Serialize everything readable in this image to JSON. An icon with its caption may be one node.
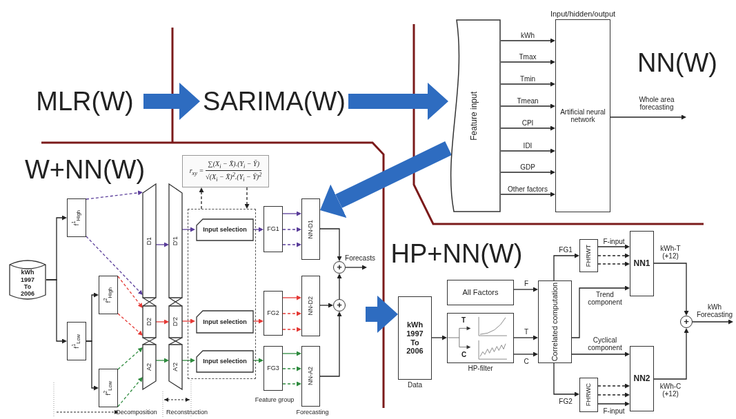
{
  "diagram": {
    "nodes": [
      {
        "text": [
          "MLR(W)"
        ]
      },
      {
        "text": [
          "SARIMA(W)"
        ]
      },
      {
        "text": [
          "NN(W)"
        ]
      },
      {
        "text": [
          "Feature input"
        ]
      },
      {
        "text": [
          "Input/hidden/output",
          "Artificial neural network"
        ]
      },
      {
        "text": [
          "W+NN(W)"
        ]
      },
      {
        "text": [
          "kWh 1997 To 2006"
        ]
      },
      {
        "text": [
          "f$^{1}$$_{High}$"
        ]
      },
      {
        "text": [
          "f$^{2}$$_{High}$"
        ]
      },
      {
        "text": [
          "f$^{1}$$_{Low}$"
        ]
      },
      {
        "text": [
          "f$^{2}$$_{Low}$"
        ]
      },
      {
        "text": [
          "D1"
        ]
      },
      {
        "text": [
          "D2"
        ]
      },
      {
        "text": [
          "A2"
        ]
      },
      {
        "text": [
          "D'1"
        ]
      },
      {
        "text": [
          "D'2"
        ]
      },
      {
        "text": [
          "A'2"
        ]
      },
      {
        "text": [
          "r$_{xy}$ =",
          "∑(X$_{i}$ − X̄).(Y$_{i}$ − Ȳ)",
          "√(X$_{i}$ − X̄)$^{2}$.(Y$_{i}$ − Ȳ)$^{2}$"
        ]
      },
      {
        "text": [],
        "shape": "box"
      },
      {
        "text": [
          "Input selection"
        ],
        "in": 18
      },
      {
        "text": [
          "Input selection"
        ],
        "in": 18
      },
      {
        "text": [
          "Input selection"
        ],
        "in": 18
      },
      {
        "text": [
          "FG1"
        ]
      },
      {
        "text": [
          "FG2"
        ]
      },
      {
        "text": [
          "FG3"
        ]
      },
      {
        "text": [
          "NN-D1"
        ]
      },
      {
        "text": [
          "NN-D2"
        ]
      },
      {
        "text": [
          "NN-A2"
        ]
      },
      {
        "text": [
          "+"
        ]
      },
      {
        "text": [
          "+"
        ]
      },
      {
        "text": [
          "HP+NN(W)"
        ]
      },
      {
        "text": [
          "kWh 1997 To 2006"
        ],
        "beside": [
          "Data"
        ]
      },
      {
        "text": [
          "All Factors"
        ]
      },
      {
        "text": [
          "T",
          "C"
        ],
        "beside": [
          "HP-filter"
        ]
      },
      {
        "text": [
          "Correlated computation"
        ]
      },
      {
        "text": [
          "FHRWT"
        ]
      },
      {
        "text": [
          "FHRWC"
        ]
      },
      {
        "text": [
          "NN1"
        ]
      },
      {
        "text": [
          "NN2"
        ]
      },
      {
        "text": [
          "+"
        ]
      }
    ],
    "edges": [
      {
        "from": 0,
        "to": 1,
        "arrow": "to",
        "style": "thick",
        "color": "#2e6cc0"
      },
      {
        "from": 1,
        "to": 3,
        "arrow": "to",
        "style": "thick",
        "color": "#2e6cc0"
      },
      {
        "from": 3,
        "to": 25,
        "arrow": "to",
        "style": "thick",
        "color": "#2e6cc0"
      },
      {
        "from": 3,
        "to": 4,
        "arrow": "to",
        "label": "kWh"
      },
      {
        "from": 3,
        "to": 4,
        "arrow": "to",
        "label": "Tmax"
      },
      {
        "from": 3,
        "to": 4,
        "arrow": "to",
        "label": "Tmin"
      },
      {
        "from": 3,
        "to": 4,
        "arrow": "to",
        "label": "Tmean"
      },
      {
        "from": 3,
        "to": 4,
        "arrow": "to",
        "label": "CPI"
      },
      {
        "from": 3,
        "to": 4,
        "arrow": "to",
        "label": "IDI"
      },
      {
        "from": 3,
        "to": 4,
        "arrow": "to",
        "label": "GDP"
      },
      {
        "from": 3,
        "to": 4,
        "arrow": "to",
        "label": "Other factors"
      },
      {
        "from": 4,
        "to": null,
        "arrow": "to",
        "label": "Whole area forecasting"
      },
      {
        "from": 6,
        "to": 7,
        "arrow": "to"
      },
      {
        "from": 6,
        "to": 9,
        "arrow": "to"
      },
      {
        "from": 9,
        "to": 8,
        "arrow": "to"
      },
      {
        "from": 9,
        "to": 10,
        "arrow": "to"
      },
      {
        "from": 7,
        "to": 11,
        "arrow": "to",
        "style": "dashed",
        "color": "#5a3d9a"
      },
      {
        "from": 7,
        "to": 11,
        "arrow": "to",
        "style": "dashed",
        "color": "#5a3d9a"
      },
      {
        "from": 8,
        "to": 12,
        "arrow": "to",
        "style": "dashed",
        "color": "#e53935"
      },
      {
        "from": 8,
        "to": 12,
        "arrow": "to",
        "style": "dashed",
        "color": "#e53935"
      },
      {
        "from": 10,
        "to": 13,
        "arrow": "to",
        "style": "dashed",
        "color": "#2e8b3e"
      },
      {
        "from": 10,
        "to": 13,
        "arrow": "to",
        "style": "dashed",
        "color": "#2e8b3e"
      },
      {
        "from": 11,
        "to": 14,
        "arrow": "to",
        "color": "#5a3d9a"
      },
      {
        "from": 12,
        "to": 15,
        "arrow": "to",
        "color": "#e53935"
      },
      {
        "from": 13,
        "to": 16,
        "arrow": "to",
        "color": "#2e8b3e"
      },
      {
        "from": 14,
        "to": 19,
        "arrow": "to",
        "color": "#5a3d9a"
      },
      {
        "from": 15,
        "to": 20,
        "arrow": "to",
        "color": "#e53935"
      },
      {
        "from": 16,
        "to": 21,
        "arrow": "to",
        "color": "#2e8b3e"
      },
      {
        "from": 18,
        "to": 17,
        "arrow": "to",
        "style": "dashed"
      },
      {
        "from": 17,
        "to": 18,
        "arrow": "to",
        "style": "dashed"
      },
      {
        "from": 19,
        "to": 22,
        "arrow": "to",
        "color": "#5a3d9a"
      },
      {
        "from": 20,
        "to": 23,
        "arrow": "to",
        "color": "#e53935"
      },
      {
        "from": 21,
        "to": 24,
        "arrow": "to",
        "color": "#2e8b3e"
      },
      {
        "from": 22,
        "to": 25,
        "arrow": "to",
        "color": "#5a3d9a"
      },
      {
        "from": 22,
        "to": 25,
        "arrow": "to",
        "style": "dashed",
        "color": "#5a3d9a"
      },
      {
        "from": 22,
        "to": 25,
        "arrow": "to",
        "style": "dashed",
        "color": "#5a3d9a"
      },
      {
        "from": 23,
        "to": 26,
        "arrow": "to",
        "color": "#e53935"
      },
      {
        "from": 23,
        "to": 26,
        "arrow": "to",
        "style": "dashed",
        "color": "#e53935"
      },
      {
        "from": 23,
        "to": 26,
        "arrow": "to",
        "style": "dashed",
        "color": "#e53935"
      },
      {
        "from": 24,
        "to": 27,
        "arrow": "to",
        "color": "#2e8b3e"
      },
      {
        "from": 24,
        "to": 27,
        "arrow": "to",
        "style": "dashed",
        "color": "#2e8b3e"
      },
      {
        "from": 24,
        "to": 27,
        "arrow": "to",
        "style": "dashed",
        "color": "#2e8b3e"
      },
      {
        "from": 25,
        "to": 28,
        "arrow": "to"
      },
      {
        "from": 26,
        "to": 29,
        "arrow": "to"
      },
      {
        "from": 27,
        "to": 29,
        "arrow": "to"
      },
      {
        "from": 29,
        "to": 28,
        "arrow": "to"
      },
      {
        "from": 28,
        "to": null,
        "arrow": "to",
        "label": "Forecasts"
      },
      {
        "from": null,
        "to": 31,
        "arrow": "to",
        "style": "thick",
        "color": "#2e6cc0"
      },
      {
        "from": 31,
        "to": 33,
        "arrow": "to"
      },
      {
        "from": 32,
        "to": 34,
        "arrow": "to",
        "label": "F"
      },
      {
        "from": 33,
        "to": 34,
        "arrow": "to",
        "label": "T"
      },
      {
        "from": 33,
        "to": 34,
        "arrow": "to",
        "label": "C"
      },
      {
        "from": 34,
        "to": 35,
        "arrow": "to",
        "label": "FG1"
      },
      {
        "from": 34,
        "to": 36,
        "arrow": "to",
        "label": "FG2"
      },
      {
        "from": 35,
        "to": 37,
        "arrow": "to",
        "label": "F-input"
      },
      {
        "from": 35,
        "to": 37,
        "arrow": "to",
        "style": "dashed"
      },
      {
        "from": 35,
        "to": 37,
        "arrow": "to",
        "style": "dashed"
      },
      {
        "from": 36,
        "to": 38,
        "arrow": "to",
        "style": "dashed"
      },
      {
        "from": 36,
        "to": 38,
        "arrow": "to",
        "style": "dashed"
      },
      {
        "from": 36,
        "to": 38,
        "arrow": "to",
        "label": "F-input"
      },
      {
        "from": 34,
        "to": 37,
        "arrow": "to",
        "label": "Trend component"
      },
      {
        "from": 34,
        "to": 38,
        "arrow": "to",
        "label": "Cyclical component"
      },
      {
        "from": 37,
        "to": 39,
        "arrow": "to",
        "label": "kWh-T (+12)"
      },
      {
        "from": 38,
        "to": 39,
        "arrow": "to",
        "label": "kWh-C (+12)"
      },
      {
        "from": 39,
        "to": null,
        "arrow": "to",
        "label": "kWh Forecasting"
      }
    ],
    "labels": [
      "Feature group",
      "Forecasting",
      "Decomposition",
      "Reconstruction"
    ]
  }
}
